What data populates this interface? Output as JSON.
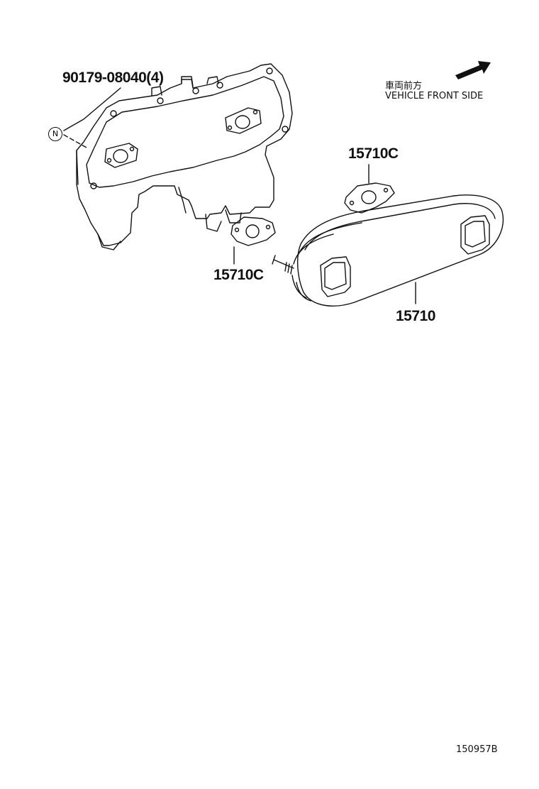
{
  "direction_note": {
    "japanese": "車両前方",
    "english": "VEHICLE FRONT SIDE",
    "arrow_icon": "arrow-right-up-icon"
  },
  "callouts": {
    "bolt": "90179-08040(4)",
    "gasket_upper": "15710C",
    "gasket_lower": "15710C",
    "cooler": "15710"
  },
  "note_marker": "N",
  "figure_id": "150957B",
  "colors": {
    "line": "#111111",
    "background": "#ffffff"
  }
}
